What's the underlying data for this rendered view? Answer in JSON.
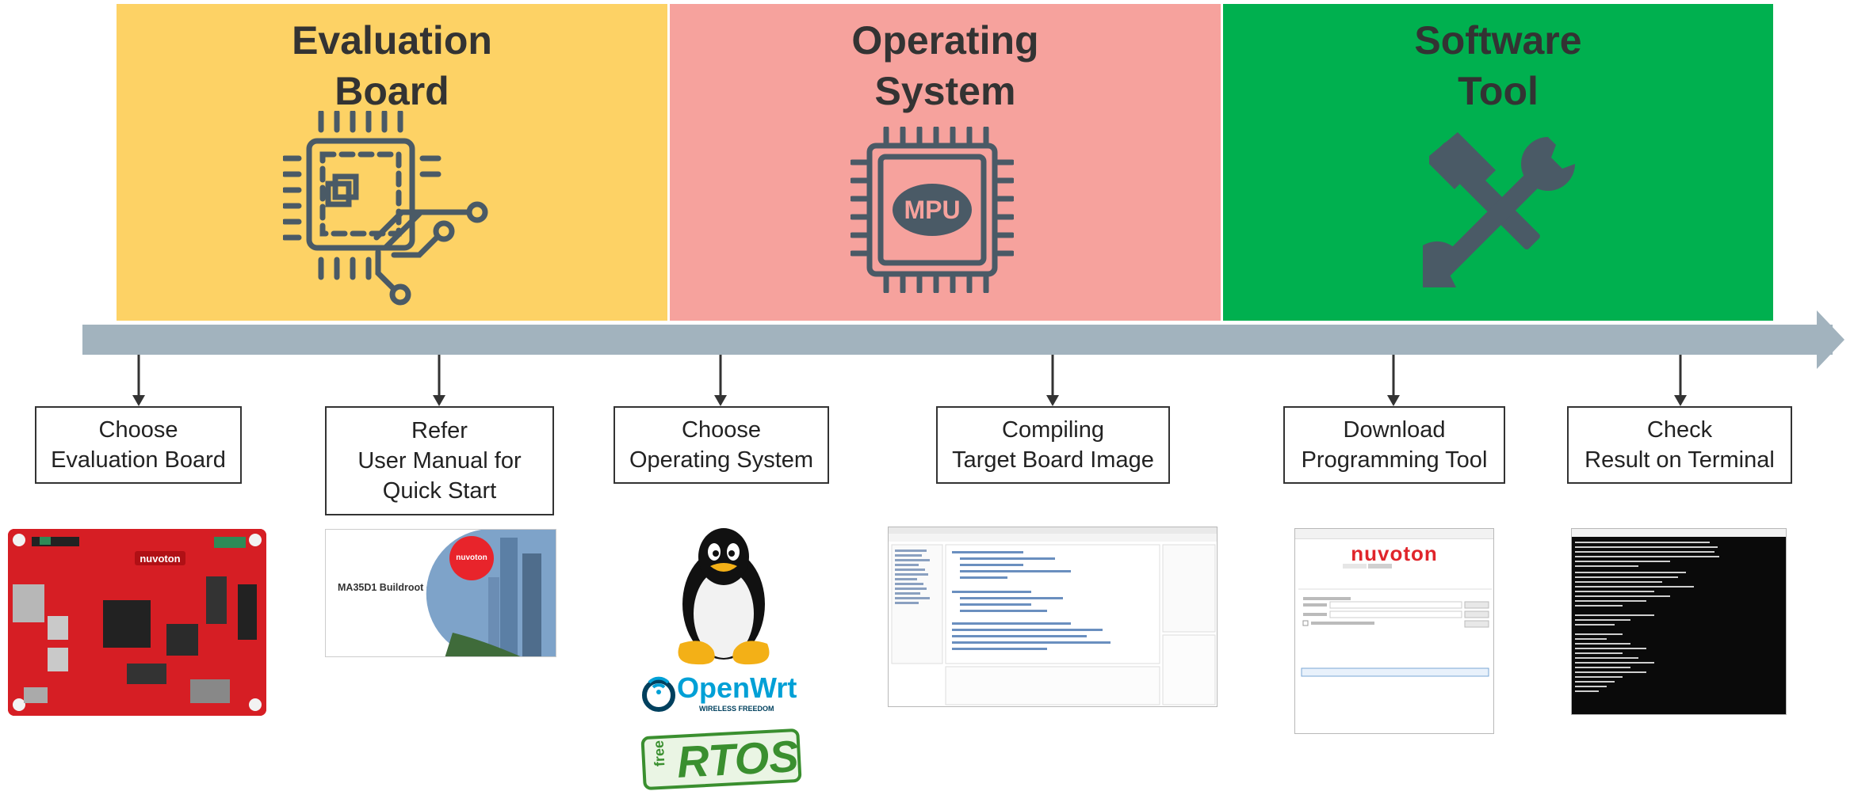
{
  "panels": [
    {
      "id": "evaluation-board",
      "title": "Evaluation\nBoard",
      "color": "#fdd265",
      "icon": "circuit-chip-icon"
    },
    {
      "id": "operating-system",
      "title": "Operating\nSystem",
      "color": "#f6a29d",
      "icon": "mpu-chip-icon",
      "icon_text": "MPU"
    },
    {
      "id": "software-tool",
      "title": "Software\nTool",
      "color": "#00b04f",
      "icon": "hammer-wrench-icon"
    }
  ],
  "timeline": {
    "color": "#a2b3be",
    "arrow_icon": "right-arrow-icon"
  },
  "steps": [
    {
      "label": "Choose\nEvaluation Board"
    },
    {
      "label": "Refer\nUser Manual for\nQuick Start"
    },
    {
      "label": "Choose\nOperating System"
    },
    {
      "label": "Compiling\nTarget Board Image"
    },
    {
      "label": "Download\nProgramming Tool"
    },
    {
      "label": "Check\nResult on Terminal"
    }
  ],
  "thumbnails": {
    "board_photo": {
      "icon": "red-evaluation-board-image",
      "brand": "nuvoton"
    },
    "quick_start": {
      "title": "MA35D1 Buildroot Quick Start",
      "brand": "nuvoton"
    },
    "os_logos": {
      "linux_icon": "tux-penguin-icon",
      "openwrt_name": "OpenWrt",
      "openwrt_tagline": "WIRELESS FREEDOM",
      "freertos_free": "free",
      "freertos_name": "RTOS"
    },
    "ide_screenshot": {
      "icon": "ide-window-icon"
    },
    "tool_window": {
      "brand": "nuvoton",
      "icon": "programming-tool-window-icon"
    },
    "terminal": {
      "icon": "terminal-window-icon"
    }
  }
}
